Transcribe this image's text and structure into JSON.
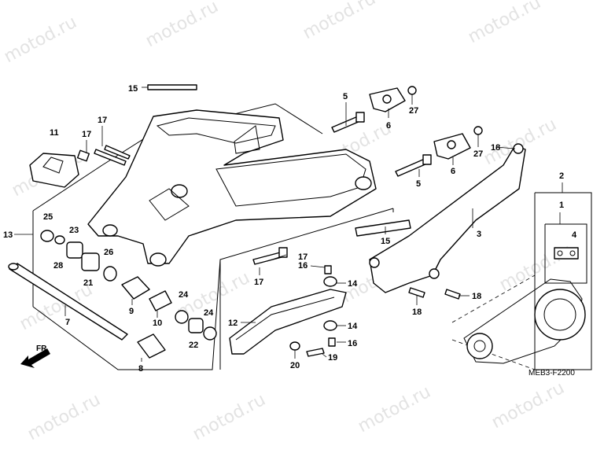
{
  "watermark": "motod.ru",
  "diagram_code": "MEB3-F2200",
  "direction_arrow_label": "FR",
  "parts": {
    "p1": "1",
    "p2": "2",
    "p3": "3",
    "p4": "4",
    "p5a": "5",
    "p5b": "5",
    "p6a": "6",
    "p6b": "6",
    "p7": "7",
    "p8": "8",
    "p9": "9",
    "p10": "10",
    "p11": "11",
    "p12": "12",
    "p13": "13",
    "p14a": "14",
    "p14b": "14",
    "p15a": "15",
    "p15b": "15",
    "p16a": "16",
    "p16b": "16",
    "p17a": "17",
    "p17b": "17",
    "p17c": "17",
    "p17d": "17",
    "p18a": "18",
    "p18b": "18",
    "p18c": "18",
    "p19": "19",
    "p20": "20",
    "p21": "21",
    "p22": "22",
    "p23": "23",
    "p24a": "24",
    "p24b": "24",
    "p25": "25",
    "p26": "26",
    "p27a": "27",
    "p27b": "27",
    "p28": "28"
  }
}
